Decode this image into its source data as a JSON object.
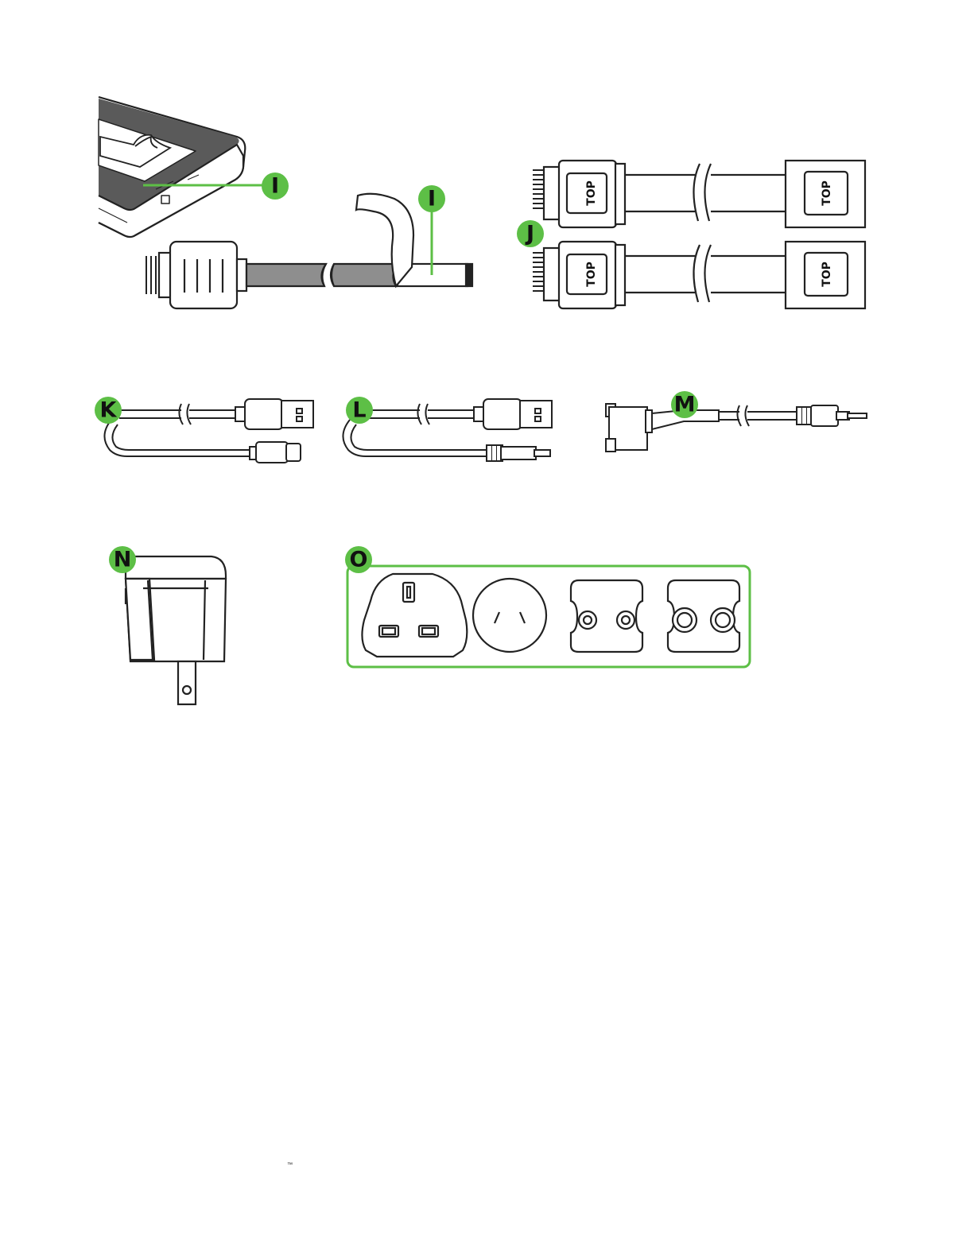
{
  "callouts": {
    "i1": "I",
    "i2": "I",
    "j": "J",
    "k": "K",
    "l": "L",
    "m": "M",
    "n": "N",
    "o": "O"
  },
  "connector_label": "TOP",
  "footer": {
    "trademark": "™"
  },
  "colors": {
    "callout_green": "#5dbf46",
    "line": "#222222",
    "strip": "#8e8e8e"
  },
  "items": [
    {
      "letter": "I",
      "icon": "adhesive-tape-icon"
    },
    {
      "letter": "J",
      "icon": "extension-cable-icon"
    },
    {
      "letter": "K",
      "icon": "usb-a-to-usb-c-cable-icon"
    },
    {
      "letter": "L",
      "icon": "usb-a-to-dc-barrel-cable-icon"
    },
    {
      "letter": "M",
      "icon": "molex-to-dc-cable-icon"
    },
    {
      "letter": "N",
      "icon": "power-adapter-icon"
    },
    {
      "letter": "O",
      "icon": "plug-adapters-icon"
    }
  ]
}
